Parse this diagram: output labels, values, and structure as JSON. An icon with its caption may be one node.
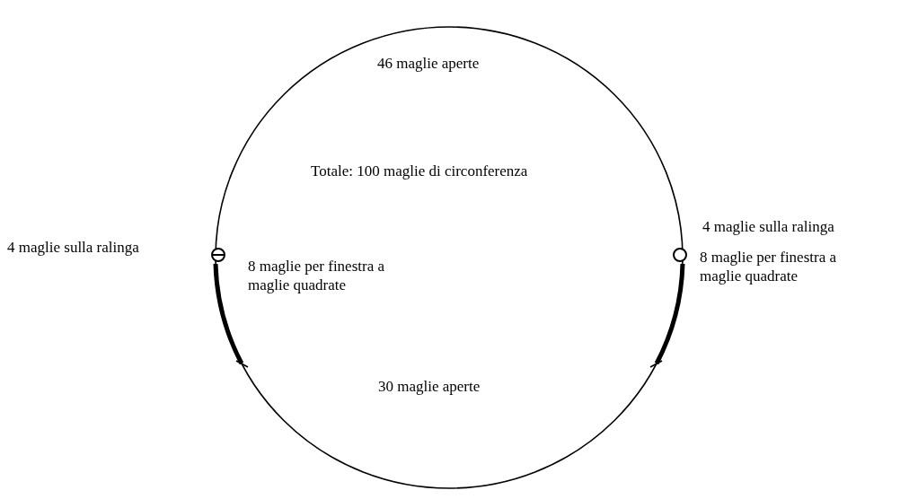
{
  "diagram": {
    "labels": [
      "46 maglie aperte",
      "Totale: 100 maglie di circonferenza",
      "4 maglie sulla ralinga",
      "4 maglie sulla ralinga",
      "8 maglie per finestra a maglie quadrate",
      "8 maglie per finestra a maglie quadrate",
      "30 maglie aperte"
    ]
  }
}
